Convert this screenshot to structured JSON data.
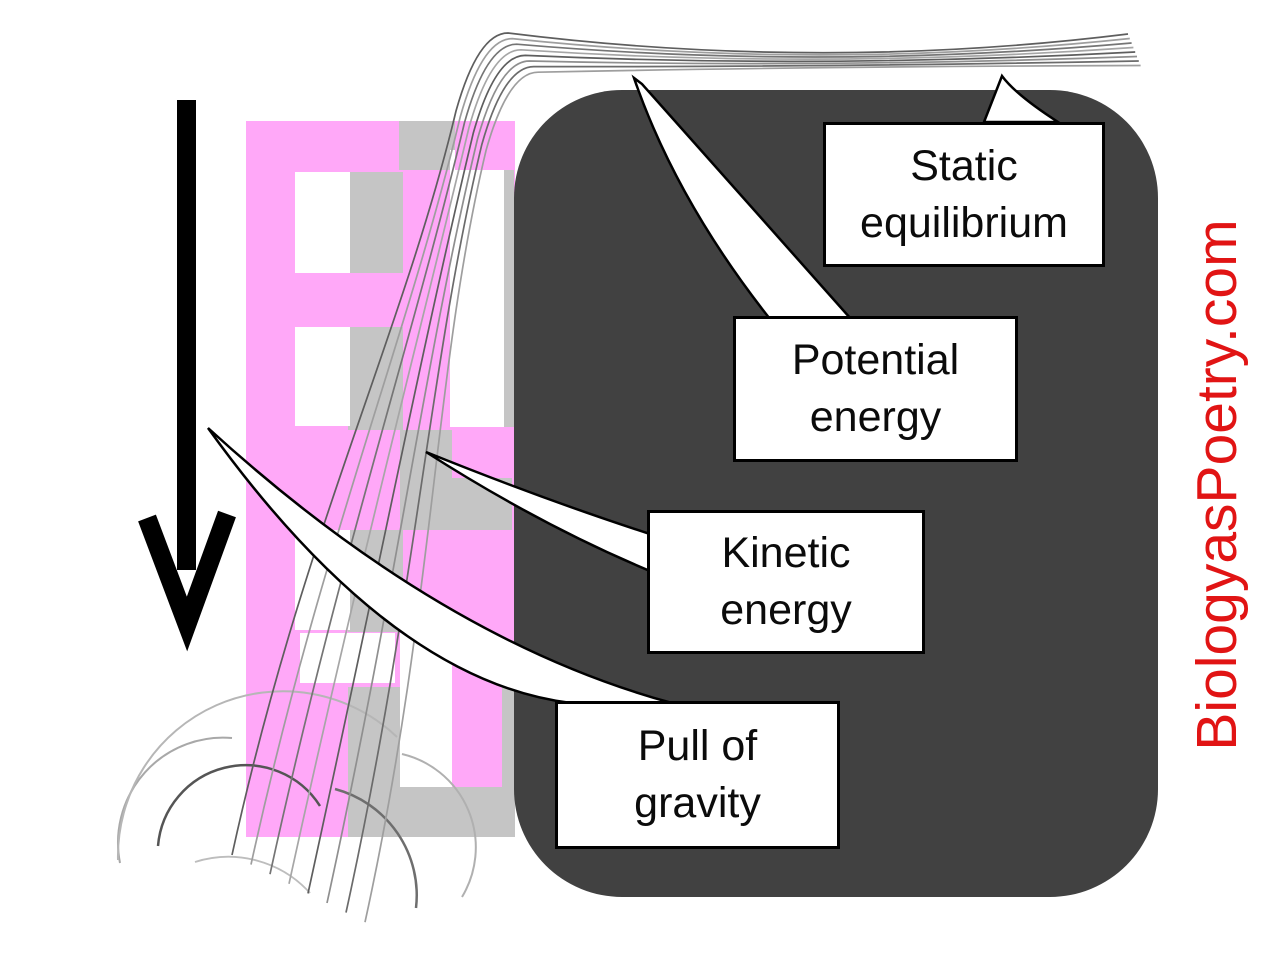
{
  "diagram": {
    "callouts": {
      "static": {
        "line1": "Static",
        "line2": "equilibrium"
      },
      "potential": {
        "line1": "Potential",
        "line2": "energy"
      },
      "kinetic": {
        "line1": "Kinetic",
        "line2": "energy"
      },
      "pull": {
        "line1": "Pull of",
        "line2": "gravity"
      }
    },
    "watermark": "BiologyasPoetry.com"
  },
  "colors": {
    "background": "#ffffff",
    "pink": "#ffa8f8",
    "shadow_gray": "#c5c5c5",
    "window_white": "#ffffff",
    "dark_panel": "#414141",
    "watermark_red": "#e11414",
    "strand_dark": "#5e5e5e",
    "strand_light": "#9e9e9e",
    "coil_gray": "#a8a8a8",
    "coil_dark": "#555555",
    "callout_border": "#000000",
    "callout_fill": "#ffffff",
    "arrow_black": "#000000"
  }
}
